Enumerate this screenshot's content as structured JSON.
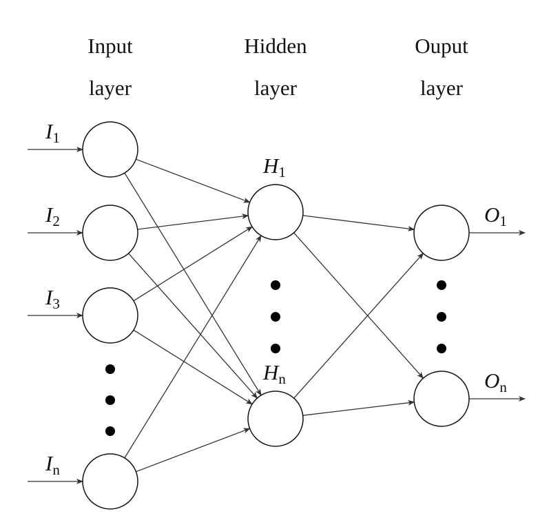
{
  "layers": [
    {
      "id": "input",
      "title_line1": "Input",
      "title_line2": "layer"
    },
    {
      "id": "hidden",
      "title_line1": "Hidden",
      "title_line2": "layer"
    },
    {
      "id": "output",
      "title_line1": "Ouput",
      "title_line2": "layer"
    }
  ],
  "nodes": {
    "input": [
      {
        "id": "I1",
        "label": "I",
        "sub": "1"
      },
      {
        "id": "I2",
        "label": "I",
        "sub": "2"
      },
      {
        "id": "I3",
        "label": "I",
        "sub": "3"
      },
      {
        "id": "In",
        "label": "I",
        "sub": "n"
      }
    ],
    "hidden": [
      {
        "id": "H1",
        "label": "H",
        "sub": "1"
      },
      {
        "id": "Hn",
        "label": "H",
        "sub": "n"
      }
    ],
    "output": [
      {
        "id": "O1",
        "label": "O",
        "sub": "1"
      },
      {
        "id": "On",
        "label": "O",
        "sub": "n"
      }
    ]
  },
  "edges": [
    [
      "I1",
      "H1"
    ],
    [
      "I1",
      "Hn"
    ],
    [
      "I2",
      "H1"
    ],
    [
      "I2",
      "Hn"
    ],
    [
      "I3",
      "H1"
    ],
    [
      "I3",
      "Hn"
    ],
    [
      "In",
      "H1"
    ],
    [
      "In",
      "Hn"
    ],
    [
      "H1",
      "O1"
    ],
    [
      "H1",
      "On"
    ],
    [
      "Hn",
      "O1"
    ],
    [
      "Hn",
      "On"
    ]
  ]
}
